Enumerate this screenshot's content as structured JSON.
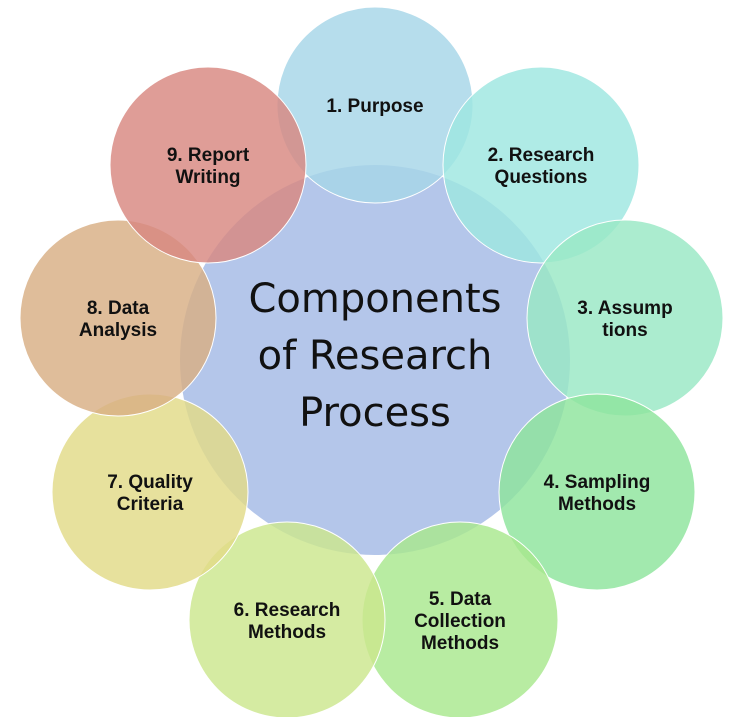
{
  "title": [
    "Components",
    "of Research",
    "Process"
  ],
  "center_color": "#b4c6ea",
  "components": [
    {
      "lines": [
        "1. Purpose"
      ],
      "color": "#a6d6e8"
    },
    {
      "lines": [
        "2. Research",
        "Questions"
      ],
      "color": "#9ee6e0"
    },
    {
      "lines": [
        "3. Assump",
        "tions"
      ],
      "color": "#98e8c4"
    },
    {
      "lines": [
        "4. Sampling",
        "Methods"
      ],
      "color": "#8ee49c"
    },
    {
      "lines": [
        "5. Data",
        "Collection",
        "Methods"
      ],
      "color": "#a8e88e"
    },
    {
      "lines": [
        "6. Research",
        "Methods"
      ],
      "color": "#cce68e"
    },
    {
      "lines": [
        "7. Quality",
        "Criteria"
      ],
      "color": "#e2da88"
    },
    {
      "lines": [
        "8. Data",
        "Analysis"
      ],
      "color": "#d8ae84"
    },
    {
      "lines": [
        "9. Report",
        "Writing"
      ],
      "color": "#d88880"
    }
  ]
}
